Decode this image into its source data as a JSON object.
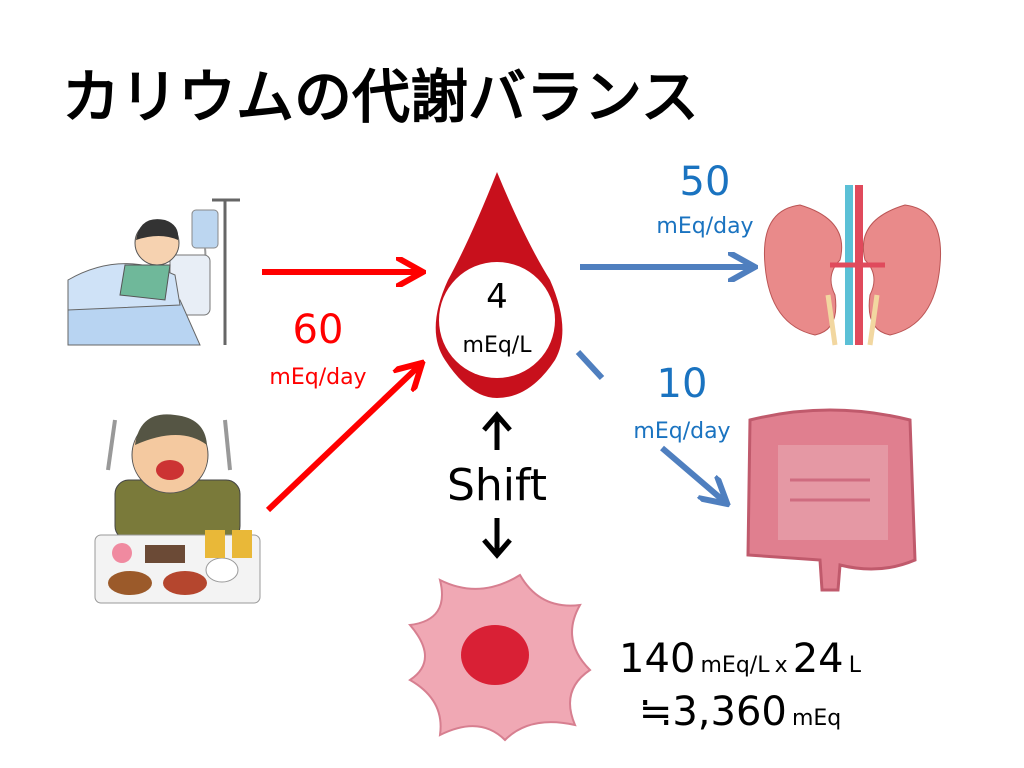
{
  "title": "カリウムの代謝バランス",
  "blood": {
    "value": "4",
    "unit": "mEq/L"
  },
  "intake": {
    "value": "60",
    "unit": "mEq/day"
  },
  "urine": {
    "value": "50",
    "unit": "mEq/day"
  },
  "stool": {
    "value": "10",
    "unit": "mEq/day"
  },
  "shift_label": "Shift",
  "intracellular": {
    "conc": "140",
    "conc_unit": "mEq/L",
    "times": "x",
    "volume": "24",
    "volume_unit": "L",
    "approx": "≒",
    "total": "3,360",
    "total_unit": "mEq"
  },
  "colors": {
    "intake": "#ff0000",
    "output": "#1a73c0",
    "output_arrow": "#4f7fbf",
    "blood": "#c8101c"
  }
}
